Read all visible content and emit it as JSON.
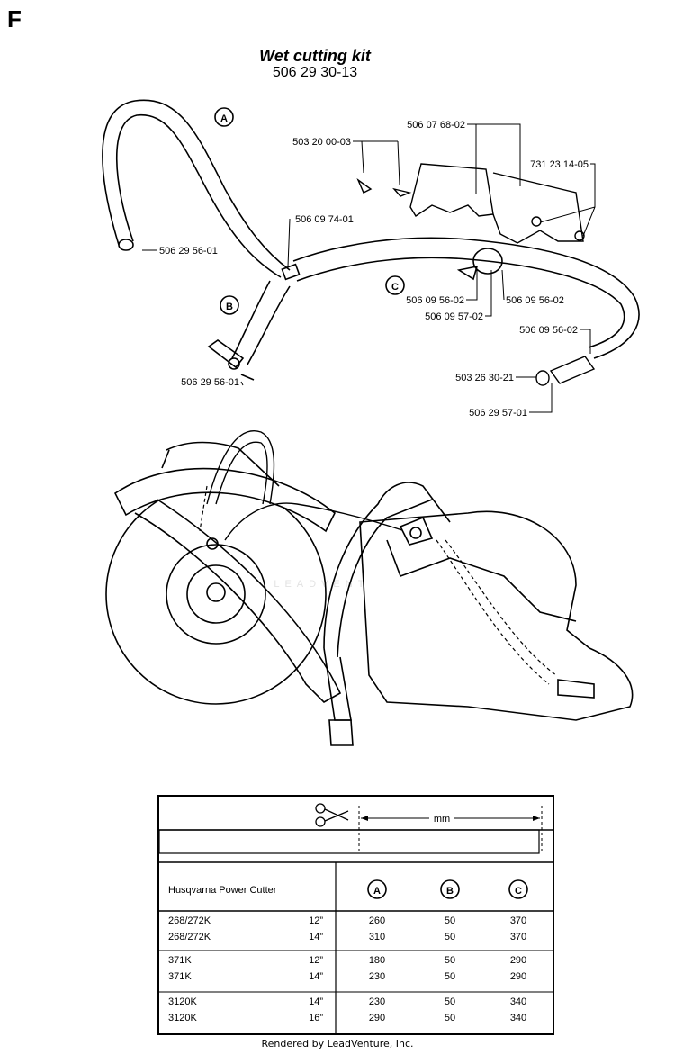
{
  "section_letter": "F",
  "title": "Wet cutting kit",
  "kit_number": "506 29 30-13",
  "hoses": {
    "a": "A",
    "b": "B",
    "c": "C"
  },
  "parts": {
    "p1": "506 07 68-02",
    "p2": "503 20 00-03",
    "p3": "731 23 14-05",
    "p4": "506 09 74-01",
    "p5": "506 29 56-01",
    "p6": "506 09 56-02",
    "p7": "506 09 56-02",
    "p8": "506 09 57-02",
    "p9": "506 09 56-02",
    "p10": "506 29 56-01",
    "p11": "503 26 30-21",
    "p12": "506 29 57-01"
  },
  "watermark": "LEADVENTURE",
  "table": {
    "measure_unit": "mm",
    "product_header": "Husqvarna Power Cutter",
    "col_a": "A",
    "col_b": "B",
    "col_c": "C",
    "groups": [
      {
        "rows": [
          {
            "model": "268/272K",
            "size": "12”",
            "a": "260",
            "b": "50",
            "c": "370"
          },
          {
            "model": "268/272K",
            "size": "14”",
            "a": "310",
            "b": "50",
            "c": "370"
          }
        ]
      },
      {
        "rows": [
          {
            "model": "371K",
            "size": "12”",
            "a": "180",
            "b": "50",
            "c": "290"
          },
          {
            "model": "371K",
            "size": "14”",
            "a": "230",
            "b": "50",
            "c": "290"
          }
        ]
      },
      {
        "rows": [
          {
            "model": "3120K",
            "size": "14”",
            "a": "230",
            "b": "50",
            "c": "340"
          },
          {
            "model": "3120K",
            "size": "16”",
            "a": "290",
            "b": "50",
            "c": "340"
          }
        ]
      }
    ]
  },
  "footer": "Rendered by LeadVenture, Inc."
}
